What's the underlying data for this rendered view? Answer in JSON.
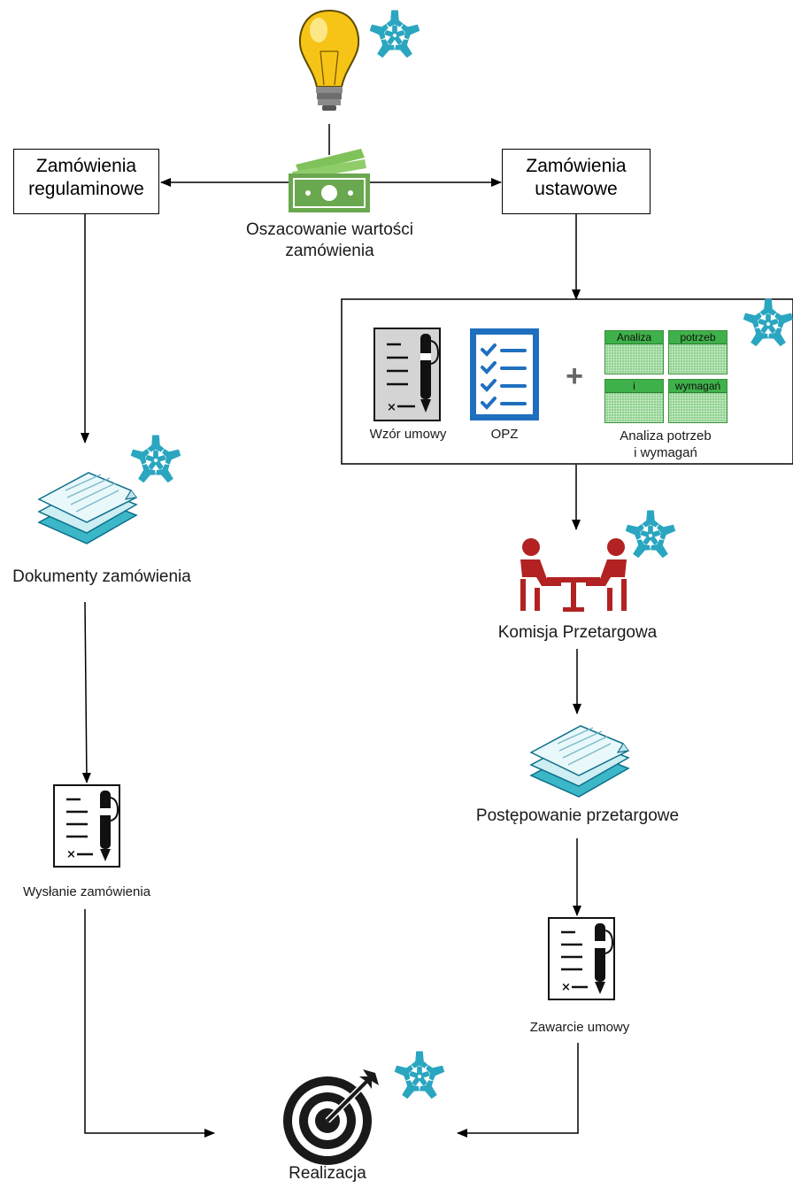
{
  "colors": {
    "line": "#000000",
    "hands": "#2aa6c0",
    "money": "#6aa84f",
    "opz_blue": "#1f6fbf",
    "meeting_red": "#b22222",
    "table_green": "#8ed28e",
    "table_header": "#3fb14a"
  },
  "boxes": {
    "left": {
      "line1": "Zamówienia",
      "line2": "regulaminowe"
    },
    "right": {
      "line1": "Zamówienia",
      "line2": "ustawowe"
    }
  },
  "top": {
    "idea_icon": "lightbulb-icon",
    "money_icon": "banknote-icon",
    "money_label_line1": "Oszacowanie wartości",
    "money_label_line2": "zamówienia"
  },
  "panel": {
    "contract_label": "Wzór umowy",
    "opz_label": "OPZ",
    "plus": "+",
    "analysis_cells": [
      "Analiza",
      "potrzeb",
      "i",
      "wymagań"
    ],
    "analysis_label_line1": "Analiza potrzeb",
    "analysis_label_line2": "i wymagań"
  },
  "left_flow": {
    "docs_label": "Dokumenty zamówienia",
    "send_label": "Wysłanie zamówienia"
  },
  "right_flow": {
    "committee_label": "Komisja Przetargowa",
    "tender_label": "Postępowanie przetargowe",
    "contract_label": "Zawarcie umowy"
  },
  "bottom": {
    "target_icon": "target-icon",
    "label": "Realizacja"
  }
}
